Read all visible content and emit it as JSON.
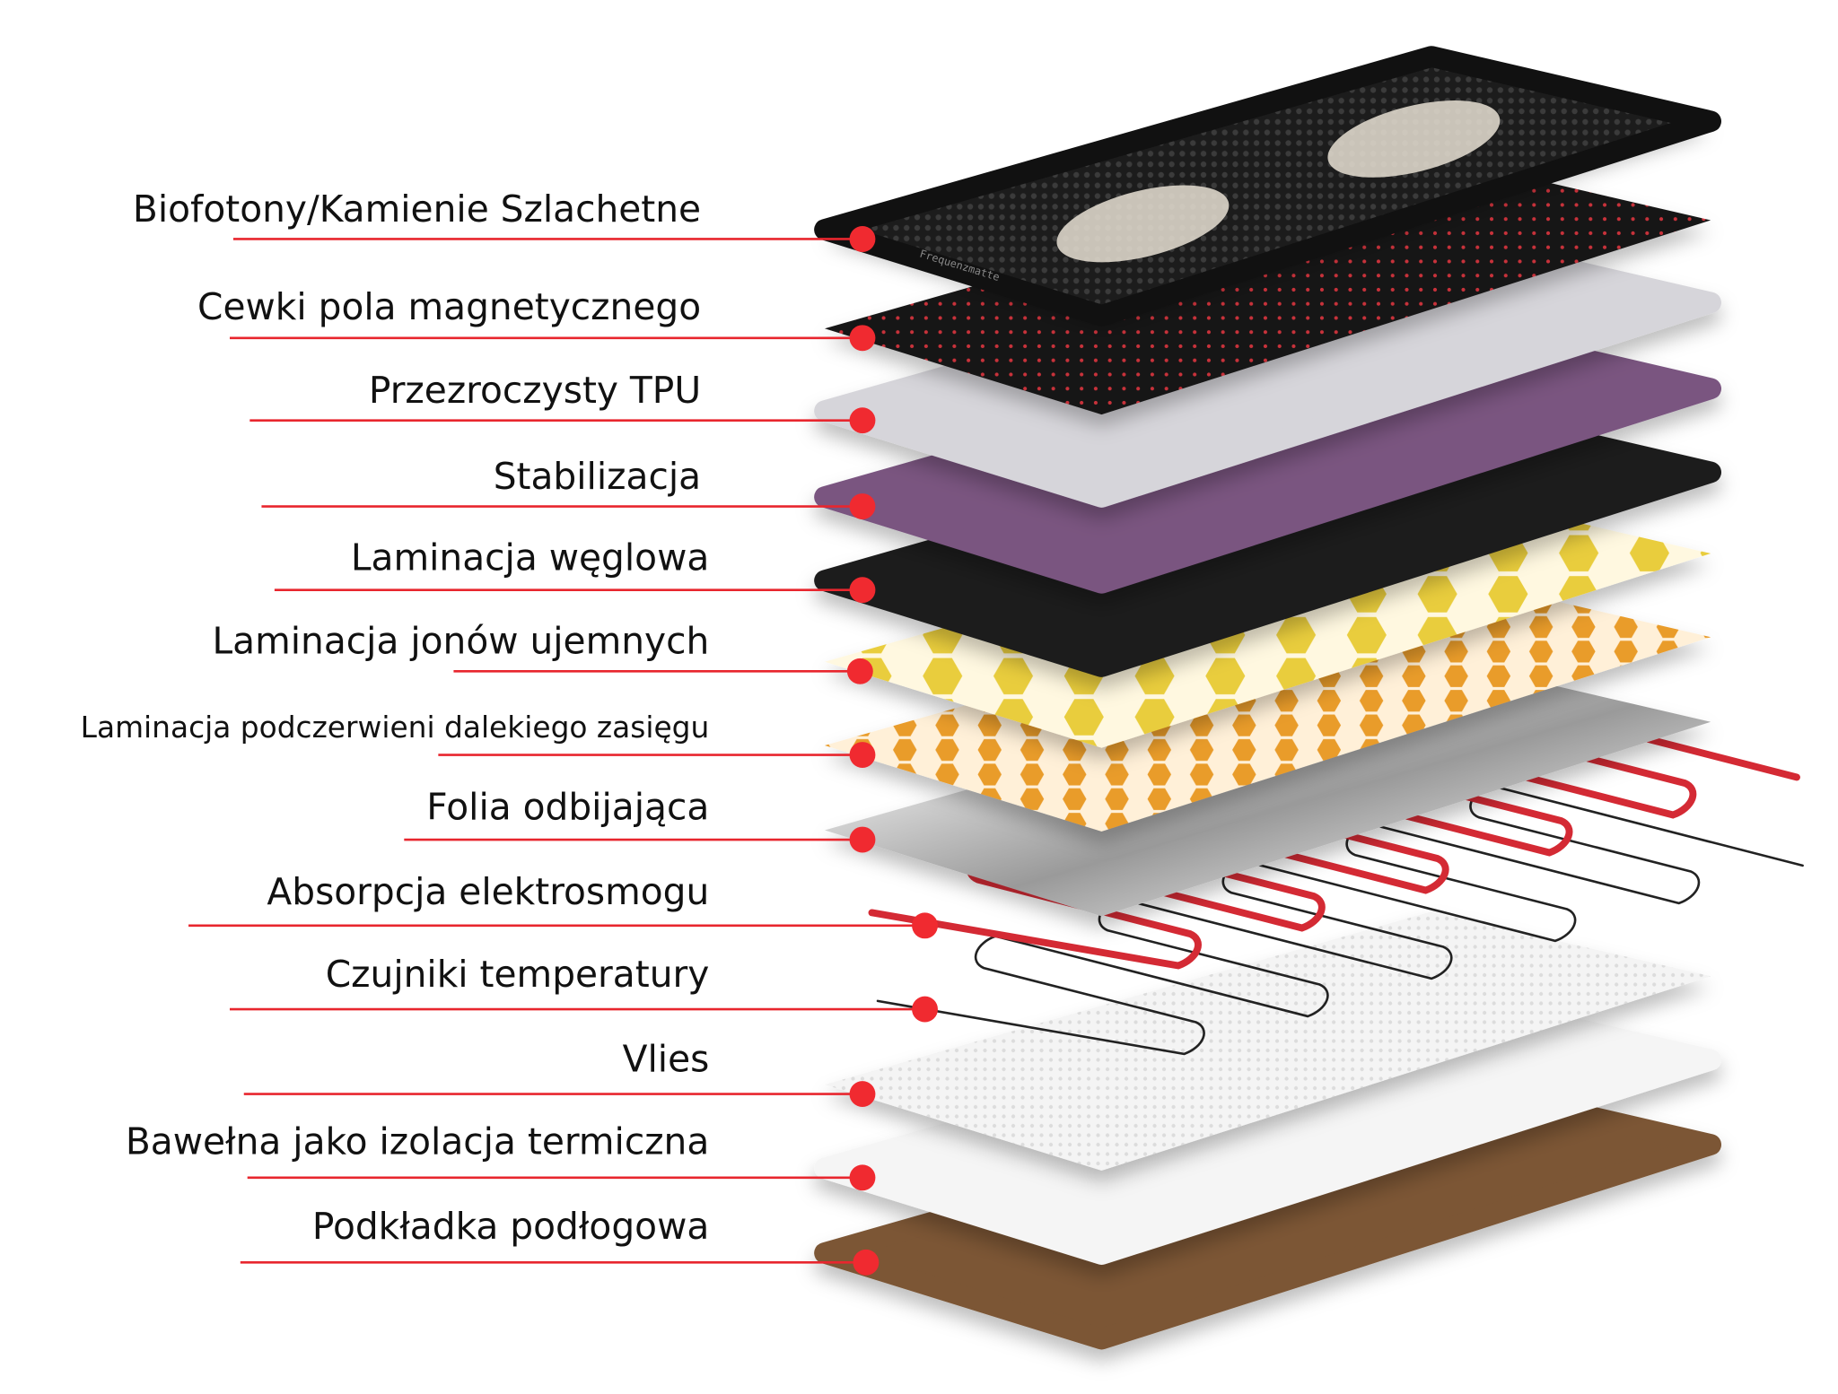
{
  "brand": "Frequenzmatte",
  "colors": {
    "accent": "#e8262e"
  },
  "layers": [
    {
      "label": "Biofotony/Kamienie Szlachetne",
      "color": "#1a1a1a"
    },
    {
      "label": "Cewki pola magnetycznego",
      "color": "#141414"
    },
    {
      "label": "Przezroczysty TPU",
      "color": "#d6d5da"
    },
    {
      "label": "Stabilizacja",
      "color": "#7a5580"
    },
    {
      "label": "Laminacja węglowa",
      "color": "#1c1c1c"
    },
    {
      "label": "Laminacja jonów ujemnych",
      "color": "#e9cd3c"
    },
    {
      "label": "Laminacja podczerwieni dalekiego zasięgu",
      "color": "#e99c2c"
    },
    {
      "label": "Folia odbijająca",
      "color": "#b0b0b0"
    },
    {
      "label": "Absorpcja elektrosmogu",
      "color": "#d42a34"
    },
    {
      "label": "Czujniki temperatury",
      "color": "#222222"
    },
    {
      "label": "Vlies",
      "color": "#f1f1f1"
    },
    {
      "label": "Bawełna jako izolacja termiczna",
      "color": "#f5f5f5"
    },
    {
      "label": "Podkładka podłogowa",
      "color": "#7b5636"
    }
  ]
}
